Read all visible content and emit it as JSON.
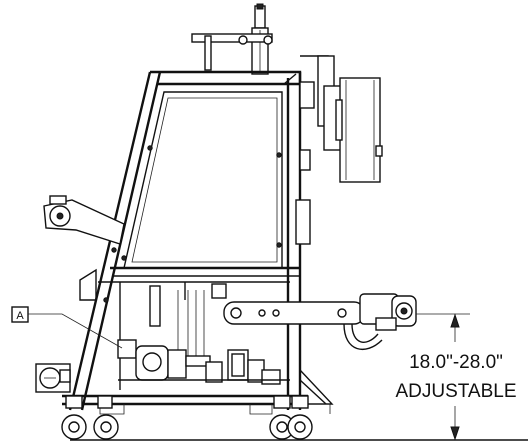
{
  "callout": {
    "letter": "A"
  },
  "dimension": {
    "range": "18.0\"-28.0\"",
    "note": "ADJUSTABLE"
  }
}
